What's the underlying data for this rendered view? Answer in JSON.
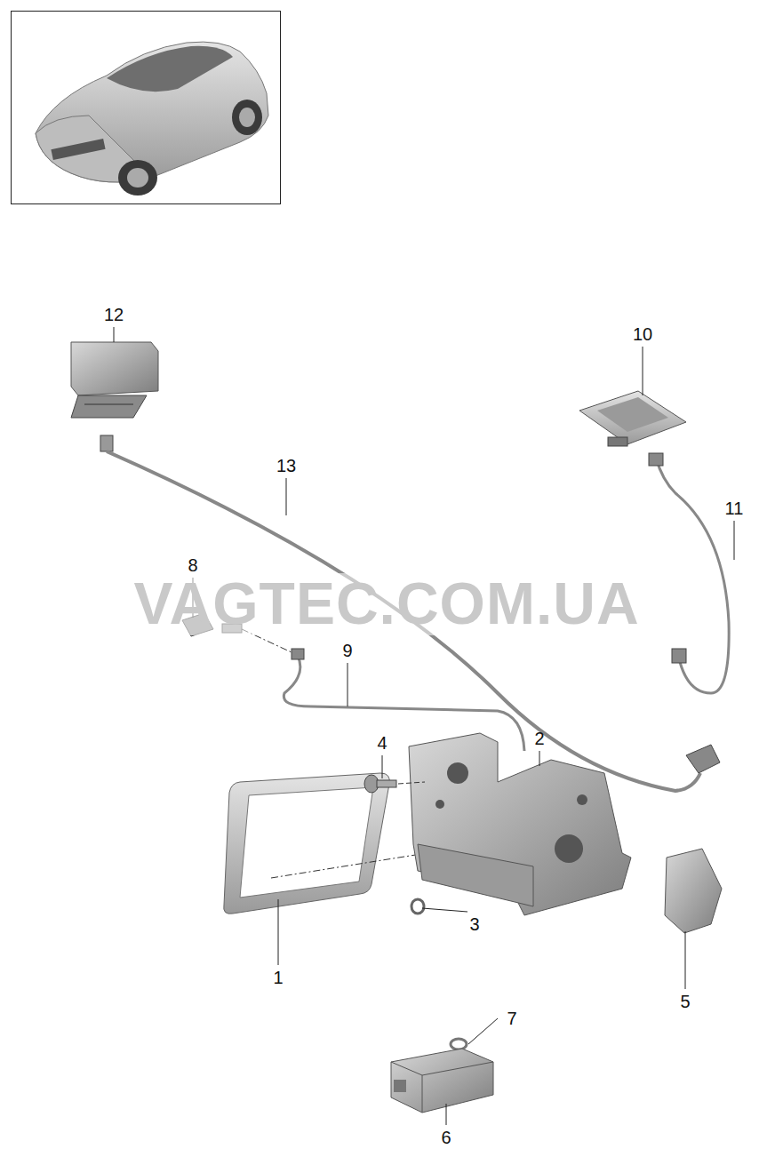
{
  "diagram": {
    "labels": [
      "12",
      "10",
      "13",
      "11",
      "8",
      "9",
      "2",
      "4",
      "3",
      "1",
      "5",
      "7",
      "6",
      "VAGTEC.COM.UA"
    ]
  }
}
